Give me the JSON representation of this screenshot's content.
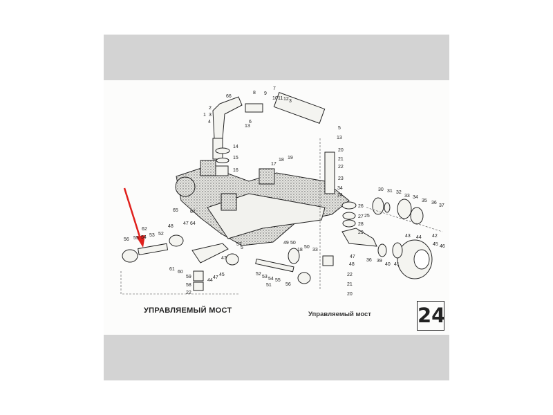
{
  "title_caps": "УПРАВЛЯЕМЫЙ МОСТ",
  "title_lower": "Управляемый мост",
  "page_number": "24",
  "highlight_color": "#e0201c",
  "band_color": "#d3d3d3",
  "callouts": [
    "7",
    "8",
    "9",
    "10",
    "11",
    "12",
    "3",
    "66",
    "2",
    "1",
    "3",
    "4",
    "6",
    "13",
    "5",
    "13",
    "14",
    "15",
    "16",
    "17",
    "18",
    "19",
    "20",
    "21",
    "22",
    "23",
    "34",
    "24",
    "26",
    "27",
    "25",
    "28",
    "29",
    "30",
    "31",
    "32",
    "33",
    "34",
    "35",
    "36",
    "37",
    "43",
    "44",
    "42",
    "45",
    "46",
    "39",
    "40",
    "41",
    "36",
    "47",
    "48",
    "22",
    "21",
    "20",
    "49",
    "50",
    "18",
    "50",
    "33",
    "56",
    "65",
    "67",
    "47",
    "64",
    "48",
    "62",
    "56",
    "55",
    "54",
    "53",
    "52",
    "57",
    "5",
    "61",
    "60",
    "59",
    "58",
    "22",
    "44",
    "47",
    "45",
    "47",
    "52",
    "53",
    "54",
    "55",
    "51"
  ]
}
